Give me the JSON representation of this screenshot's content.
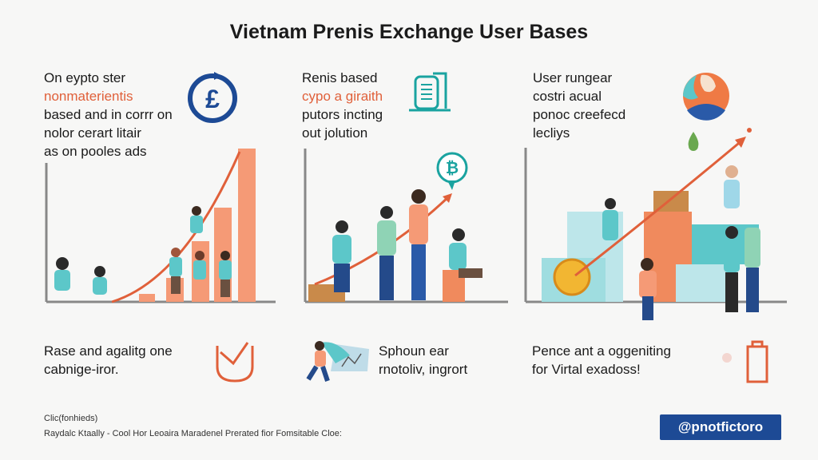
{
  "title": "Vietnam Prenis Exchange User Bases",
  "panels": [
    {
      "lines": [
        "On eypto ster",
        "nonmaterientis",
        "based and in corrr on",
        "nolor cerart litair",
        "as on pooles ads"
      ],
      "highlight_line": 1,
      "icon": "pound-coin-cycle-icon",
      "bottom": [
        "Rase and agalitg one",
        "cabnige-iror."
      ],
      "bottom_icon": "basket-check-icon"
    },
    {
      "lines": [
        "Renis based",
        "cypo a giraith",
        "putors incting",
        "out jolution"
      ],
      "highlight_line": 1,
      "icon": "building-document-icon",
      "badge_icon": "bitcoin-chat-bubble-icon",
      "bottom": [
        "Sphoun ear",
        "rnotoliv, ingrort"
      ],
      "bottom_icon": "person-chart-icon"
    },
    {
      "lines": [
        "User rungear",
        "costri acual",
        "ponoc creefecd",
        "lecliys"
      ],
      "highlight_line": -1,
      "icon": "globe-avatar-icon",
      "bottom": [
        "Pence ant a oggeniting",
        "for Virtal exadoss!"
      ],
      "bottom_icon": "battery-icon"
    }
  ],
  "footer": {
    "line1": "Clic(fonhieds)",
    "line2": "Raydalc Ktaally - Cool Hor Leoaira Maradenel Prerated fior Fomsitable Cloe:",
    "brand": "@pnotfictoro"
  },
  "colors": {
    "accent": "#e0603a",
    "navy": "#1d4a95",
    "teal": "#5cc7c9",
    "bar": "#f59a76"
  }
}
